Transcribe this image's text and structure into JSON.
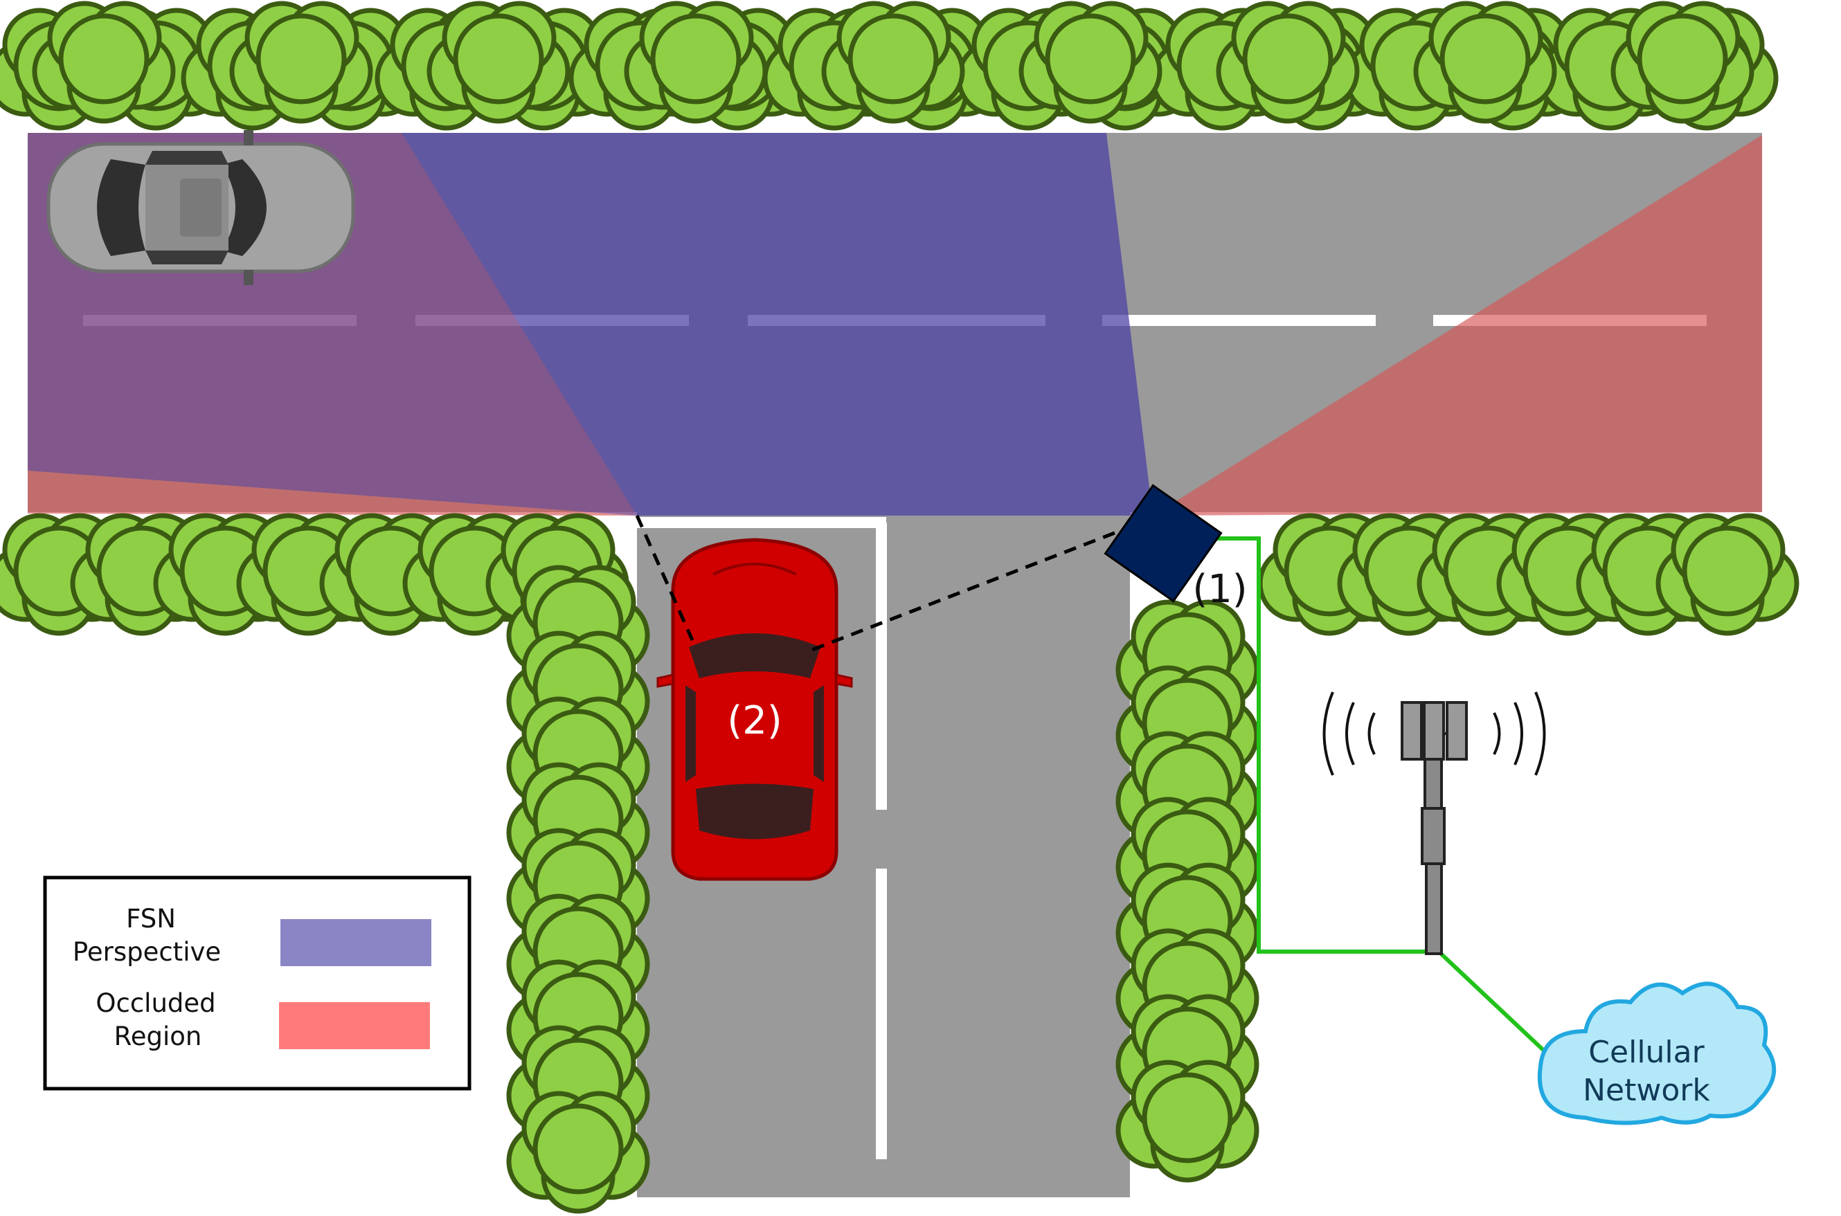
{
  "markers": {
    "sensor_node": "(1)",
    "vehicle": "(2)"
  },
  "legend": {
    "items": [
      {
        "line1": "FSN",
        "line2": "Perspective",
        "color": "#8a86c5"
      },
      {
        "line1": "Occluded",
        "line2": "Region",
        "color": "#ff7b7b"
      }
    ]
  },
  "cloud": {
    "line1": "Cellular",
    "line2": "Network",
    "fill": "#b3e8f8",
    "stroke": "#22a8e0"
  },
  "colors": {
    "road": "#9a9a9a",
    "tree_fill": "#8fcf45",
    "tree_stroke": "#3b5b12",
    "fsn_region": "#4a3fa3",
    "occluded_region": "#d65555",
    "sensor_node": "#00205a",
    "vehicle_red": "#d00000",
    "vehicle_gray": "#a3a3a3",
    "link_green": "#22c21a"
  },
  "icons": [
    "tree-icon",
    "car-icon",
    "sensor-node-icon",
    "cell-tower-icon",
    "cloud-icon"
  ]
}
